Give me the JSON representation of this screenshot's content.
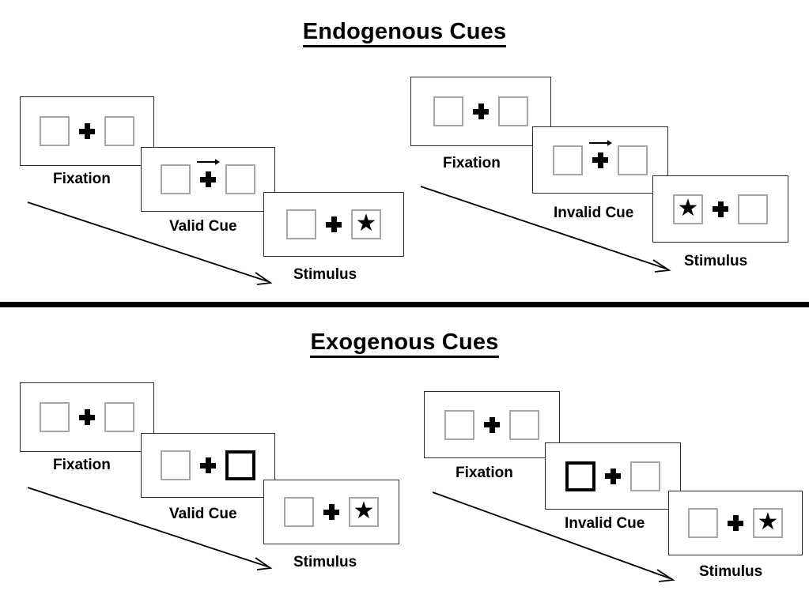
{
  "figure": {
    "title_endogenous": "Endogenous Cues",
    "title_exogenous": "Exogenous Cues",
    "colors": {
      "panel_border": "#2b2b2b",
      "placeholder_border": "#a6a6a6",
      "cued_border": "#000000",
      "ink": "#000000",
      "background": "#ffffff"
    }
  },
  "sections": [
    {
      "id": "endogenous",
      "title": "Endogenous Cues",
      "cue_type": "arrow",
      "sequences": [
        {
          "id": "endogenous-valid",
          "validity": "valid",
          "panels": [
            {
              "caption": "Fixation",
              "left_box": "empty",
              "right_box": "empty",
              "cue": "none",
              "fixation": "plus"
            },
            {
              "caption": "Valid Cue",
              "left_box": "empty",
              "right_box": "empty",
              "cue": "arrow-right",
              "fixation": "plus"
            },
            {
              "caption": "Stimulus",
              "left_box": "empty",
              "right_box": "star",
              "cue": "none",
              "fixation": "plus"
            }
          ]
        },
        {
          "id": "endogenous-invalid",
          "validity": "invalid",
          "panels": [
            {
              "caption": "Fixation",
              "left_box": "empty",
              "right_box": "empty",
              "cue": "none",
              "fixation": "plus"
            },
            {
              "caption": "Invalid Cue",
              "left_box": "empty",
              "right_box": "empty",
              "cue": "arrow-right",
              "fixation": "plus"
            },
            {
              "caption": "Stimulus",
              "left_box": "star",
              "right_box": "empty",
              "cue": "none",
              "fixation": "plus"
            }
          ]
        }
      ]
    },
    {
      "id": "exogenous",
      "title": "Exogenous Cues",
      "cue_type": "box-highlight",
      "sequences": [
        {
          "id": "exogenous-valid",
          "validity": "valid",
          "panels": [
            {
              "caption": "Fixation",
              "left_box": "empty",
              "right_box": "empty",
              "cue": "none",
              "fixation": "plus"
            },
            {
              "caption": "Valid Cue",
              "left_box": "empty",
              "right_box": "cued",
              "cue": "right-box-highlight",
              "fixation": "plus"
            },
            {
              "caption": "Stimulus",
              "left_box": "empty",
              "right_box": "star",
              "cue": "none",
              "fixation": "plus"
            }
          ]
        },
        {
          "id": "exogenous-invalid",
          "validity": "invalid",
          "panels": [
            {
              "caption": "Fixation",
              "left_box": "empty",
              "right_box": "empty",
              "cue": "none",
              "fixation": "plus"
            },
            {
              "caption": "Invalid Cue",
              "left_box": "cued",
              "right_box": "empty",
              "cue": "left-box-highlight",
              "fixation": "plus"
            },
            {
              "caption": "Stimulus",
              "left_box": "empty",
              "right_box": "star",
              "cue": "none",
              "fixation": "plus"
            }
          ]
        }
      ]
    }
  ],
  "glyphs": {
    "star": "★"
  }
}
